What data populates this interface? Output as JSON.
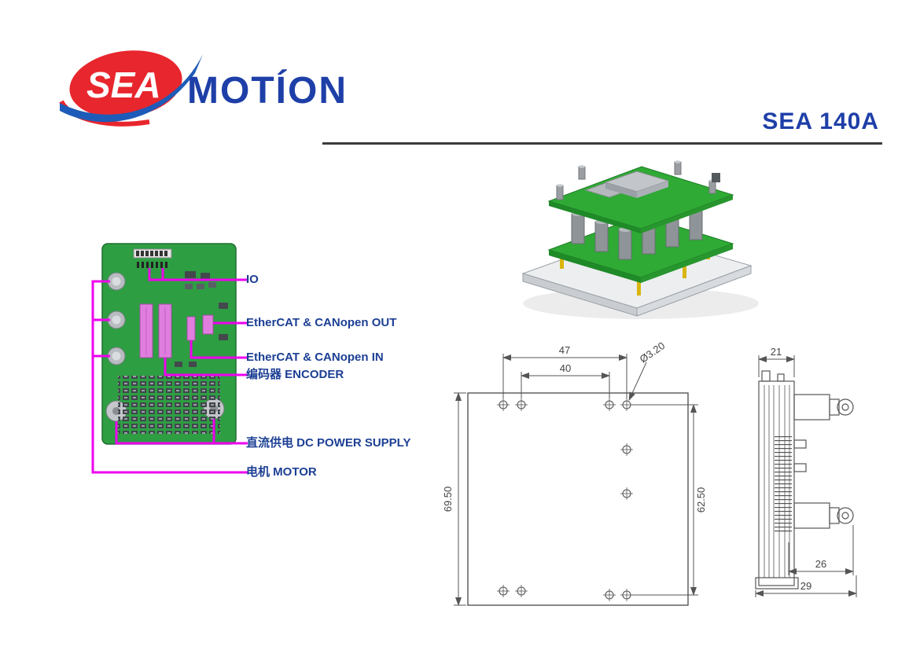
{
  "header": {
    "logo_sea": "SEA",
    "logo_motion": "MOTÍON",
    "model": "SEA 140A"
  },
  "callouts": {
    "io": "IO",
    "ethercat_out": "EtherCAT & CANopen OUT",
    "ethercat_in": "EtherCAT & CANopen IN",
    "encoder": "编码器 ENCODER",
    "dc_power": "直流供电 DC POWER SUPPLY",
    "motor": "电机 MOTOR"
  },
  "dimensions": {
    "front": {
      "hole_span_outer": "47",
      "hole_span_inner": "40",
      "hole_diameter": "Ø3.20",
      "height_overall": "69.50",
      "height_holes": "62.50"
    },
    "side": {
      "depth_body": "21",
      "width_inner": "26",
      "width_overall": "29"
    }
  },
  "colors": {
    "accent_blue": "#1c3f94",
    "callout_magenta": "#ee00ee",
    "logo_red": "#e8262d",
    "pcb_green": "#2e9e43"
  }
}
